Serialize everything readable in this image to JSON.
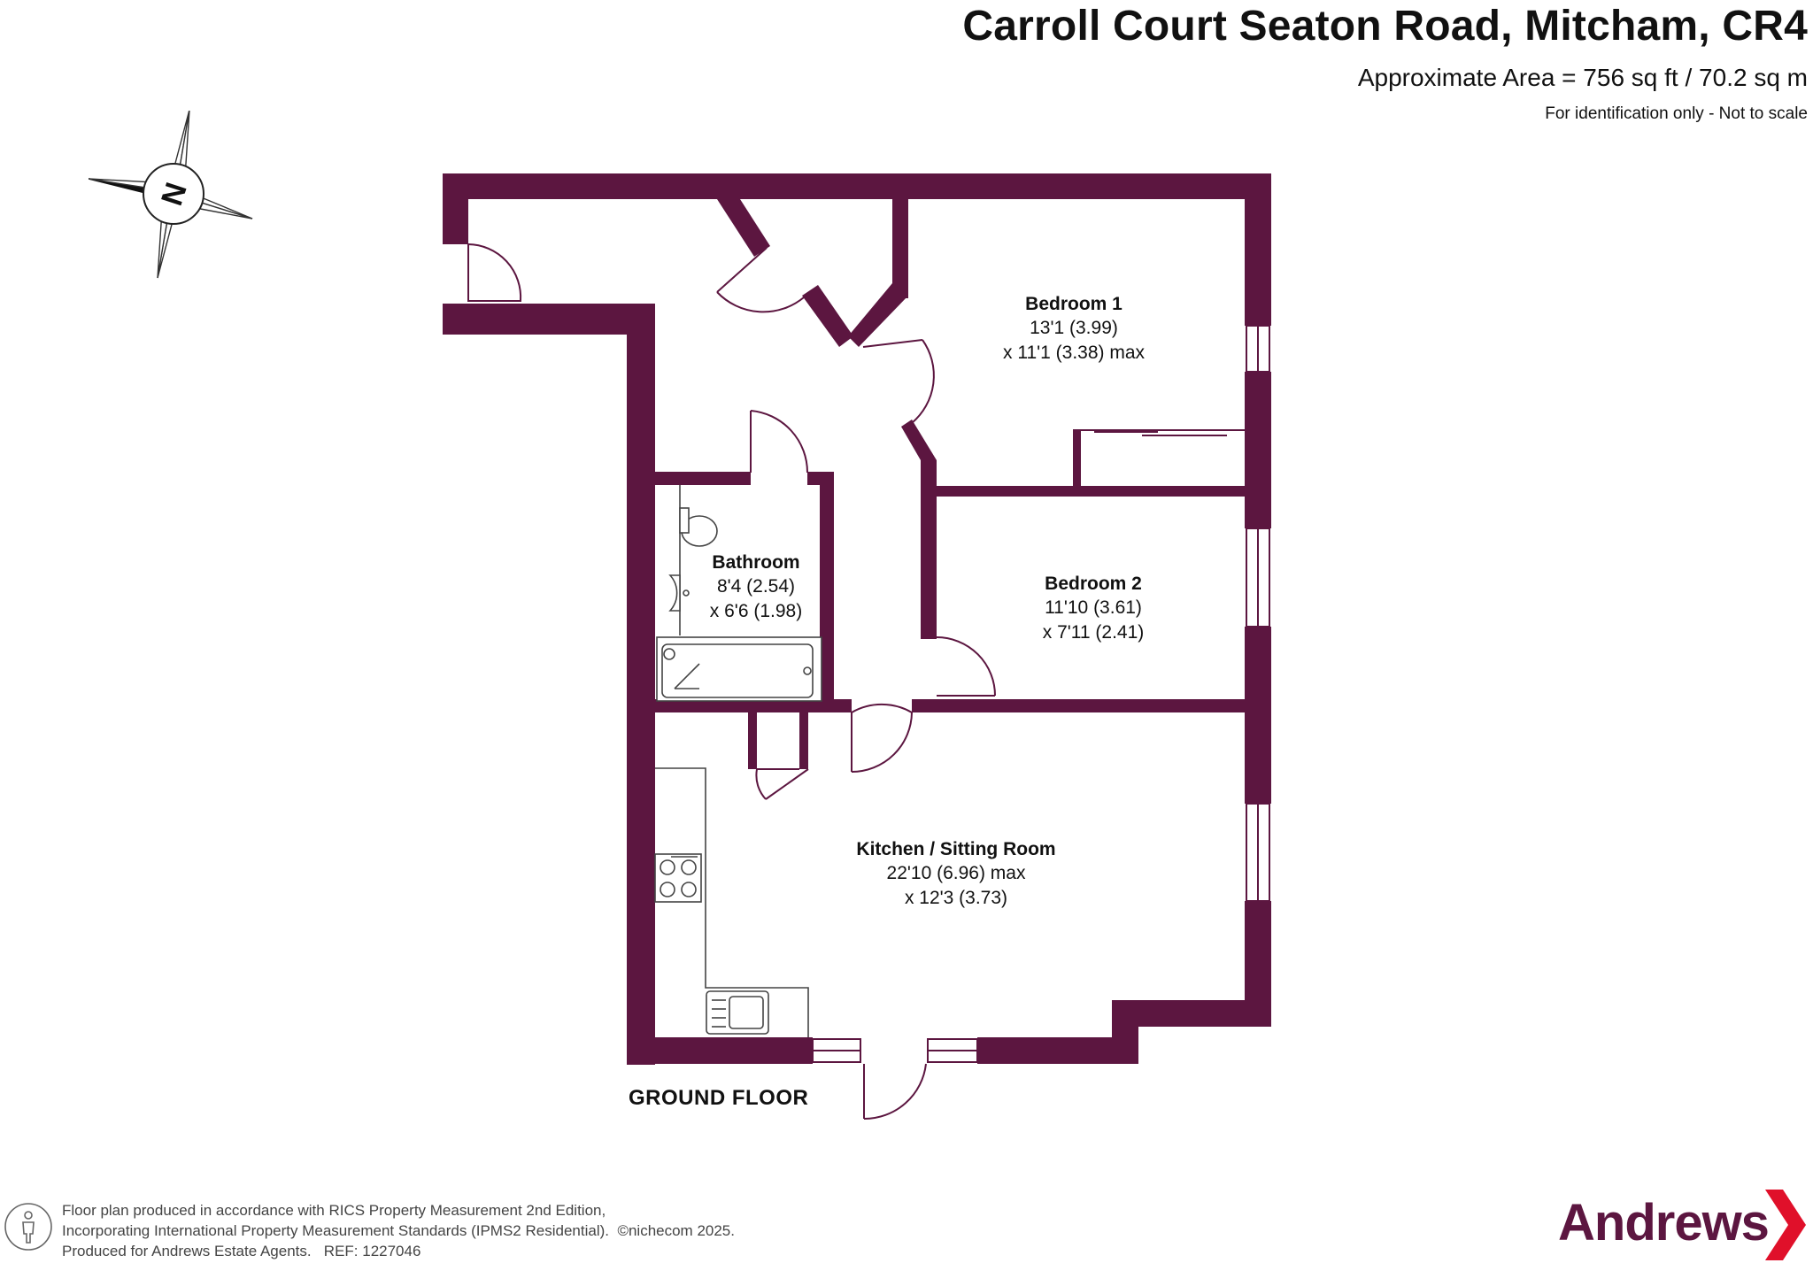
{
  "header": {
    "title": "Carroll Court Seaton Road, Mitcham, CR4",
    "area": "Approximate Area = 756 sq ft / 70.2 sq m",
    "note": "For identification only - Not to scale"
  },
  "compass": {
    "label": "N",
    "icon": "compass-north-icon"
  },
  "rooms": [
    {
      "name": "Bedroom 1",
      "dim1": "13'1 (3.99)",
      "dim2": "x 11'1 (3.38) max"
    },
    {
      "name": "Bedroom 2",
      "dim1": "11'10 (3.61)",
      "dim2": "x 7'11 (2.41)"
    },
    {
      "name": "Bathroom",
      "dim1": "8'4 (2.54)",
      "dim2": "x 6'6 (1.98)"
    },
    {
      "name": "Kitchen / Sitting Room",
      "dim1": "22'10 (6.96) max",
      "dim2": "x 12'3 (3.73)"
    }
  ],
  "floor_label": "GROUND FLOOR",
  "footer": {
    "line1": "Floor plan produced in accordance with RICS Property Measurement 2nd Edition,",
    "line2": "Incorporating International Property Measurement Standards (IPMS2 Residential).",
    "copyright": "©nichecom 2025.",
    "line3": "Produced for Andrews Estate Agents.",
    "ref": "REF: 1227046"
  },
  "brand": {
    "name": "Andrews",
    "color": "#5c1640",
    "accent": "#e0102a"
  },
  "colors": {
    "wall": "#5c1640"
  }
}
